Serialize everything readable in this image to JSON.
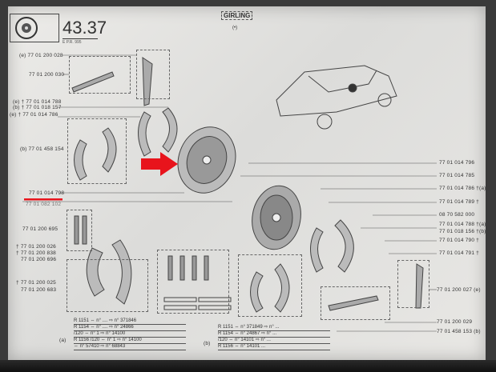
{
  "page": {
    "number": "43.37",
    "sub": "E     P.R. 995",
    "brand": "GIRLING",
    "brand_symbol": "(•)",
    "corner_number": "43.37"
  },
  "left_labels": [
    "(e) 77 01 200 028",
    "77 01 200 030",
    "(e) † 77 01 014 788",
    "(b) † 77 01 018 157",
    "(e) † 77 01 014 786",
    "(b) 77 01 458 154",
    "77 01 014 798",
    "77 01 082 102",
    "77 01 200 695",
    "† 77 01 200 026",
    "† 77 01 200 838",
    "77 01 200 696",
    "† 77 01 200 025",
    "77 01 200 683"
  ],
  "right_labels": [
    "77 01 014 796",
    "77 01 014 785",
    "77 01 014 786 †(a)",
    "77 01 014 789 †",
    "08 70 582 000",
    "77 01 014 788 †(a)",
    "77 01 018 156 †(b)",
    "77 01 014 790 †",
    "77 01 014 791 †",
    "77 01 200 027 (e)",
    "77 01 200 029",
    "77 01 458 153 (b)"
  ],
  "table_a": {
    "tag": "(a)",
    "rows": [
      "R 1151  ⇔ n° ....  ⇨ n° 371846",
      "R 1154  ⇔ n° ....  ⇨ n° 24866",
      "/120  ⇔ n° 1  ⇨ n° 14100",
      "R 1156  /120 ⇔ n° 1 ⇨ n° 14100",
      "⇔ n° 57410 ⇨ n° 68843"
    ]
  },
  "table_b": {
    "tag": "(b)",
    "rows": [
      "R 1151  ⇔ n° 371849  ⇨ n° ...",
      "R 1154  ⇔ n° 24867  ⇨ n° ...",
      "/120  ⇔ n° 14101  ⇨ n° ...",
      "R 1156  ⇔ n° 14101 ..."
    ]
  },
  "colors": {
    "highlight": "#e8141c"
  }
}
